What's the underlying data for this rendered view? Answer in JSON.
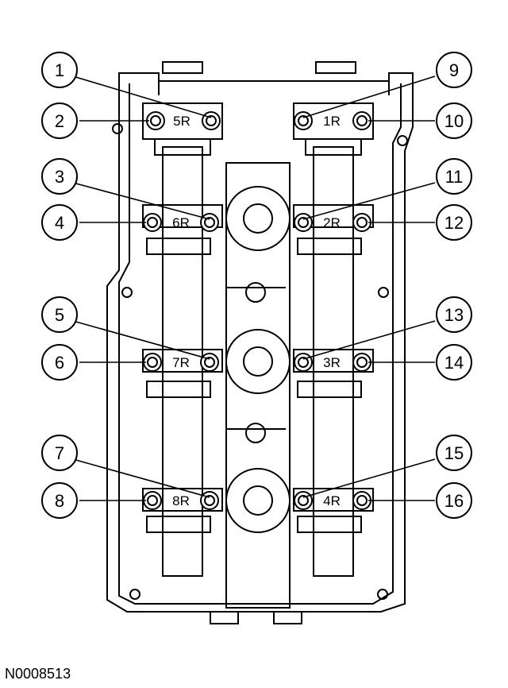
{
  "figure_id": "N0008513",
  "colors": {
    "ink": "#000000",
    "paper": "#ffffff"
  },
  "callouts": [
    "1",
    "2",
    "3",
    "4",
    "5",
    "6",
    "7",
    "8",
    "9",
    "10",
    "11",
    "12",
    "13",
    "14",
    "15",
    "16"
  ],
  "cap_labels": [
    "5R",
    "6R",
    "7R",
    "8R",
    "1R",
    "2R",
    "3R",
    "4R"
  ]
}
